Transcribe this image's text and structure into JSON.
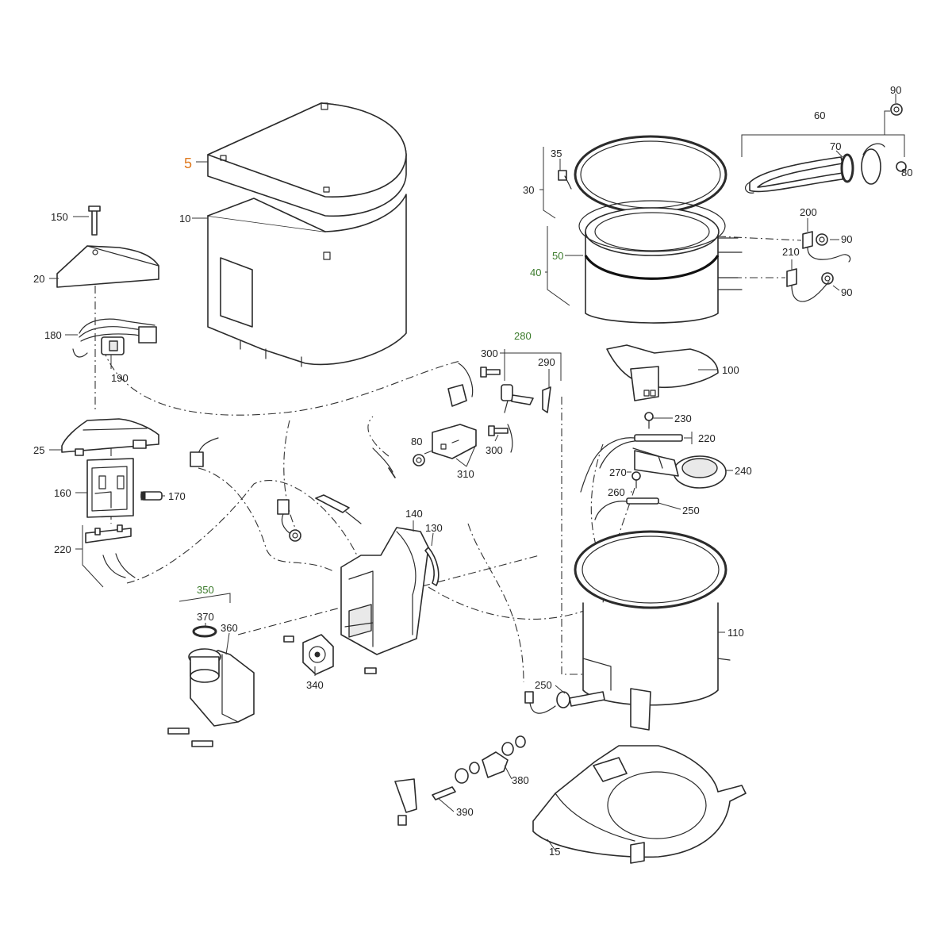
{
  "diagram": {
    "colors": {
      "line": "#2b2b2b",
      "callout_default": "#222222",
      "callout_assembly": "#3a7a2a",
      "callout_highlight": "#e07a1f",
      "background": "#ffffff"
    },
    "callouts": {
      "c5": "5",
      "c10": "10",
      "c15": "15",
      "c20": "20",
      "c25": "25",
      "c30": "30",
      "c35": "35",
      "c40": "40",
      "c50": "50",
      "c60": "60",
      "c70": "70",
      "c80a": "80",
      "c80b": "80",
      "c90a": "90",
      "c90b": "90",
      "c90c": "90",
      "c100": "100",
      "c110": "110",
      "c130": "130",
      "c140": "140",
      "c150": "150",
      "c160": "160",
      "c170": "170",
      "c180": "180",
      "c190": "190",
      "c200": "200",
      "c210": "210",
      "c220a": "220",
      "c220b": "220",
      "c230": "230",
      "c240": "240",
      "c250a": "250",
      "c250b": "250",
      "c260": "260",
      "c270": "270",
      "c280": "280",
      "c290": "290",
      "c300a": "300",
      "c300b": "300",
      "c310": "310",
      "c340": "340",
      "c350": "350",
      "c360": "360",
      "c370": "370",
      "c380": "380",
      "c390": "390"
    }
  }
}
